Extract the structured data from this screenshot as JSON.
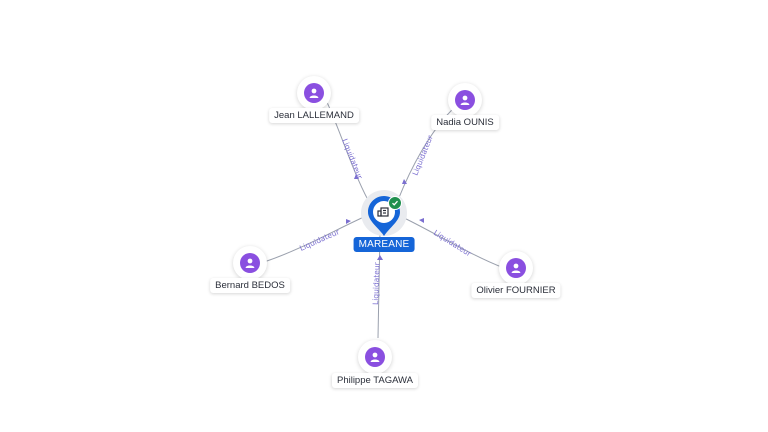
{
  "company": {
    "name": "MAREANE",
    "icon": "building-icon",
    "status_icon": "check-icon",
    "color": "#1565d8"
  },
  "relation_label": "Liquidateur",
  "people": [
    {
      "id": "jean",
      "name": "Jean LALLEMAND",
      "role": "Liquidateur"
    },
    {
      "id": "nadia",
      "name": "Nadia OUNIS",
      "role": "Liquidateur"
    },
    {
      "id": "bernard",
      "name": "Bernard BEDOS",
      "role": "Liquidateur"
    },
    {
      "id": "olivier",
      "name": "Olivier FOURNIER",
      "role": "Liquidateur"
    },
    {
      "id": "philippe",
      "name": "Philippe TAGAWA",
      "role": "Liquidateur"
    }
  ],
  "colors": {
    "person": "#8a4fe0",
    "edge_label": "#7b6fd0",
    "edge": "#9aa0ad",
    "badge": "#1f8f4e"
  }
}
